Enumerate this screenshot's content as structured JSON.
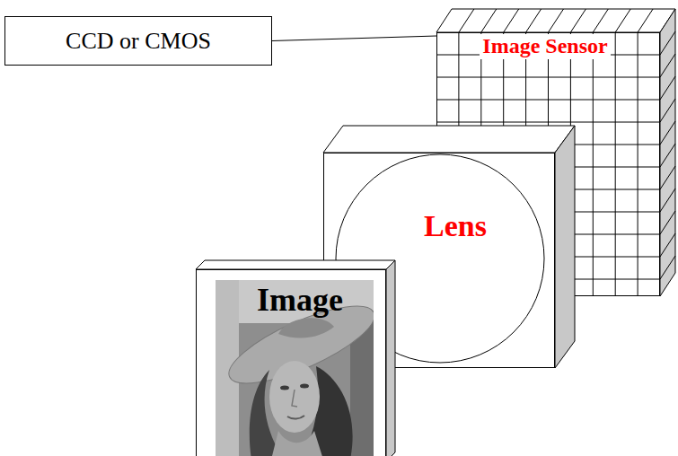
{
  "diagram": {
    "nodes": [
      {
        "text": [
          "CCD or CMOS"
        ]
      },
      {
        "text": [
          "Image Sensor"
        ]
      },
      {
        "text": [
          "Lens"
        ]
      },
      {
        "text": [
          "Image"
        ]
      }
    ],
    "edges": [
      {
        "from": 0,
        "to": 1,
        "arrow": "none"
      }
    ]
  }
}
